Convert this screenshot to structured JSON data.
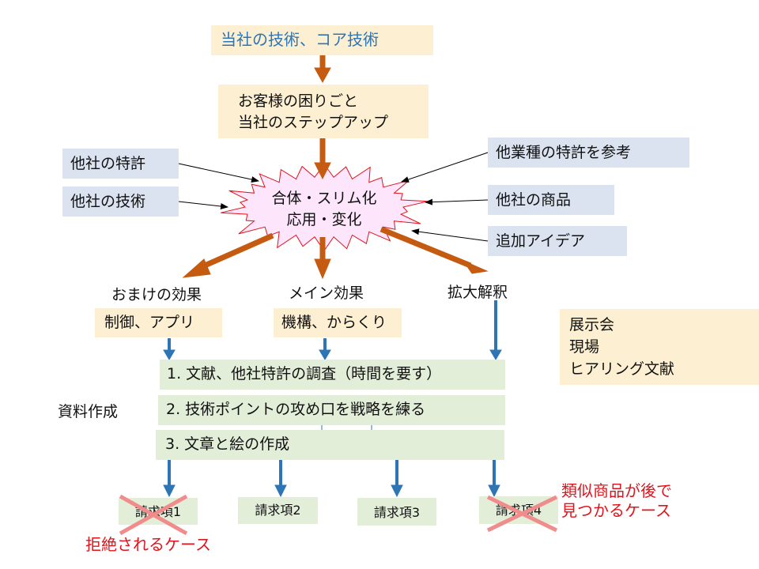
{
  "top": {
    "core_tech": "当社の技術、コア技術",
    "customer_line1": "お客様の困りごと",
    "customer_line2": "当社のステップアップ"
  },
  "center": {
    "line1": "合体・スリム化",
    "line2": "応用・変化"
  },
  "inputs_left": [
    "他社の特許",
    "他社の技術"
  ],
  "inputs_right": [
    "他業種の特許を参考",
    "他社の商品",
    "追加アイデア"
  ],
  "effects": {
    "bonus_title": "おまけの効果",
    "bonus_detail": "制御、アプリ",
    "main_title": "メイン効果",
    "main_detail": "機構、からくり",
    "broad_title": "拡大解釈"
  },
  "sources": {
    "line1": "展示会",
    "line2": "現場",
    "line3": "ヒアリング文献"
  },
  "material": {
    "label": "資料作成",
    "steps": [
      "1. 文献、他社特許の調査（時間を要す）",
      "2. 技術ポイントの攻め口を戦略を練る",
      "3. 文章と絵の作成"
    ]
  },
  "claims": [
    {
      "label": "請求項1",
      "rejected": true
    },
    {
      "label": "請求項2",
      "rejected": false
    },
    {
      "label": "請求項3",
      "rejected": false
    },
    {
      "label": "請求項4",
      "rejected": true
    }
  ],
  "notes": {
    "rejection": "拒絶されるケース",
    "similar_line1": "類似商品が後で",
    "similar_line2": "見つかるケース"
  },
  "colors": {
    "orange_arrow": "#c55a11",
    "blue_arrow": "#2e75b6",
    "starburst_fill": "#fde6fb",
    "starburst_stroke": "#e0141c",
    "cross": "#f08c8c",
    "note_red": "#e0141c",
    "title_blue": "#2e75b6"
  }
}
